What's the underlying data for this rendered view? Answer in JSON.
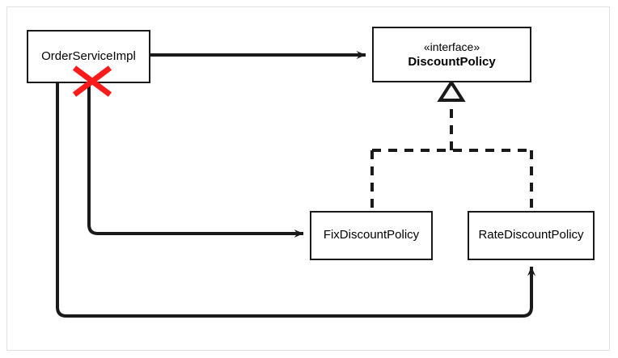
{
  "diagram": {
    "title": "DiscountPolicy UML class diagram",
    "type": "uml-class-diagram",
    "background_color": "#ffffff",
    "frame_border_color": "#e2e2e2",
    "line_color": "#1a1a1a",
    "marker_color": "#fb1b1b",
    "nodes": [
      {
        "id": "order-service-impl",
        "label": "OrderServiceImpl",
        "kind": "class"
      },
      {
        "id": "discount-policy",
        "stereotype": "«interface»",
        "label": "DiscountPolicy",
        "kind": "interface"
      },
      {
        "id": "fix-discount-policy",
        "label": "FixDiscountPolicy",
        "kind": "class"
      },
      {
        "id": "rate-discount-policy",
        "label": "RateDiscountPolicy",
        "kind": "class"
      }
    ],
    "edges": [
      {
        "id": "edge-order-to-interface",
        "from": "OrderServiceImpl",
        "to": "DiscountPolicy",
        "style": "solid",
        "arrow": "filled-open-arrow",
        "relation": "dependency"
      },
      {
        "id": "edge-order-to-fix",
        "from": "OrderServiceImpl",
        "to": "FixDiscountPolicy",
        "style": "solid",
        "arrow": "filled-open-arrow",
        "relation": "dependency"
      },
      {
        "id": "edge-order-to-rate",
        "from": "OrderServiceImpl",
        "to": "RateDiscountPolicy",
        "style": "solid",
        "arrow": "filled-open-arrow",
        "relation": "dependency"
      },
      {
        "id": "edge-fix-implements",
        "from": "FixDiscountPolicy",
        "to": "DiscountPolicy",
        "style": "dashed",
        "arrow": "hollow-triangle",
        "relation": "realization"
      },
      {
        "id": "edge-rate-implements",
        "from": "RateDiscountPolicy",
        "to": "DiscountPolicy",
        "style": "dashed",
        "arrow": "hollow-triangle",
        "relation": "realization"
      }
    ],
    "annotations": [
      {
        "id": "red-x-mark",
        "shape": "cross",
        "color": "#fb1b1b",
        "on": "order-service-impl-bottom-border",
        "meaning": "crossed-out"
      }
    ]
  }
}
